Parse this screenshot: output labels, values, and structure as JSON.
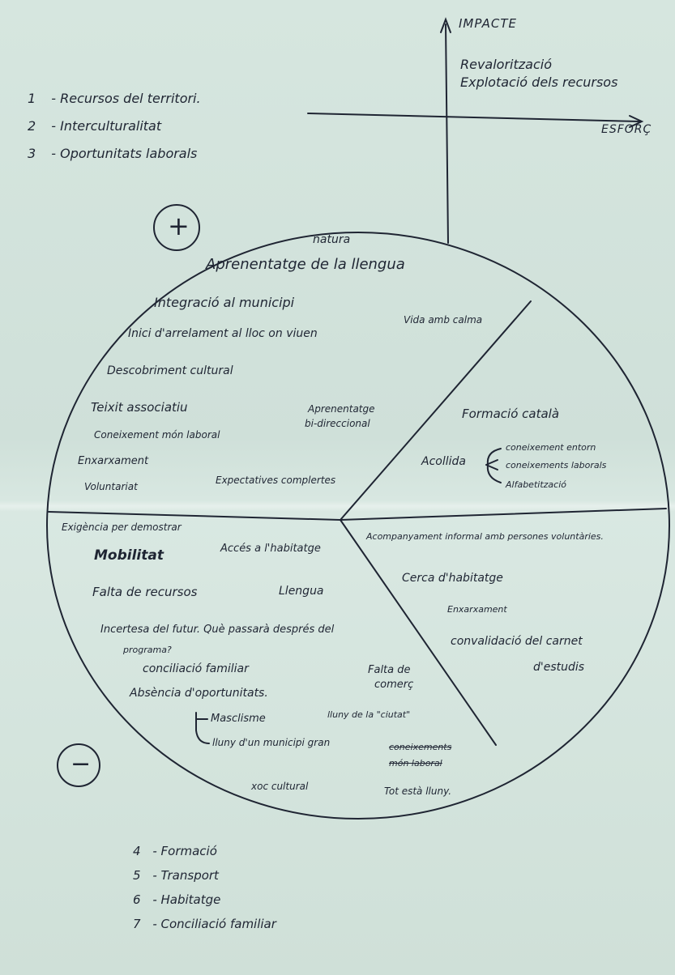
{
  "axes": {
    "y_label": "IMPACTE",
    "x_label": "ESFORÇ",
    "quadrant_line1": "Revalorització",
    "quadrant_line2": "Explotació  dels recursos"
  },
  "topics_top": [
    {
      "num": "1",
      "text": "- Recursos del territori."
    },
    {
      "num": "2",
      "text": "- Interculturalitat"
    },
    {
      "num": "3",
      "text": "- Oportunitats laborals"
    }
  ],
  "symbols": {
    "plus": "+",
    "minus": "−"
  },
  "positive_section": {
    "natura": "natura",
    "aprenentatge": "Aprenentatge de la llengua",
    "integracio": "Integració al municipi",
    "inici": "Inici d'arrelament al lloc on viuen",
    "descobriment": "Descobriment cultural",
    "teixit": "Teixit associatiu",
    "aprenentatge_bi_1": "Aprenentatge",
    "aprenentatge_bi_2": "bi-direccional",
    "coneixement": "Coneixement món laboral",
    "enxarxament": "Enxarxament",
    "voluntariat": "Voluntariat",
    "expectatives": "Expectatives complertes",
    "vida": "Vida amb calma"
  },
  "right_section": {
    "formacio": "Formació català",
    "acollida": "Acollida",
    "branch1": "coneixement entorn",
    "branch2": "coneixements laborals",
    "branch3": "Alfabetització"
  },
  "negative_section": {
    "exigencia": "Exigència per demostrar",
    "mobilitat": "Mobilitat",
    "acces": "Accés a l'habitatge",
    "falta_recursos": "Falta de recursos",
    "llengua": "Llengua",
    "incertesa1": "Incertesa del futur. Què passarà després del",
    "incertesa2": "programa?",
    "conciliacio": "conciliació familiar",
    "falta_comers_1": "Falta de",
    "falta_comers_2": "comerç",
    "absencia": "Absència d'oportunitats.",
    "masclisme": "Masclisme",
    "lluny_ciutat": "lluny de la \"ciutat\"",
    "lluny_municipi": "lluny d'un municipi gran",
    "xoc": "xoc cultural"
  },
  "bottom_right_section": {
    "acompanyament": "Acompanyament informal amb persones voluntàries.",
    "cerca": "Cerca d'habitatge",
    "enxarxament": "Enxarxament",
    "convalidacio1": "convalidació del carnet",
    "convalidacio2": "d'estudis",
    "strike1": "coneixements",
    "strike2": "món laboral",
    "tot": "Tot està lluny."
  },
  "topics_bottom": [
    {
      "num": "4",
      "text": "- Formació"
    },
    {
      "num": "5",
      "text": "- Transport"
    },
    {
      "num": "6",
      "text": "- Habitatge"
    },
    {
      "num": "7",
      "text": "- Conciliació familiar"
    }
  ]
}
